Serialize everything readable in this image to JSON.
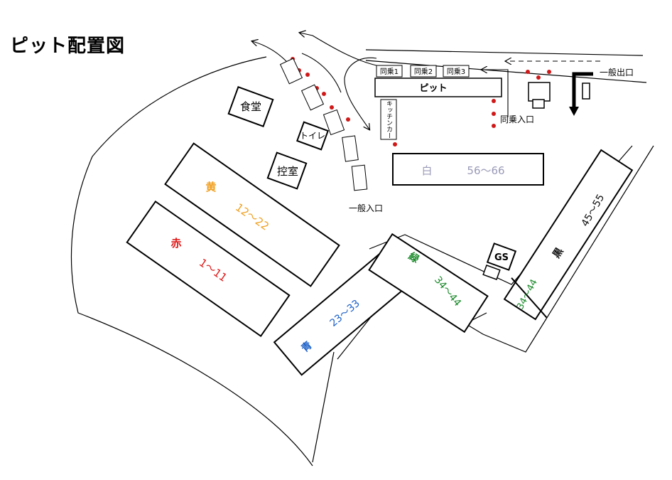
{
  "title": "ピット配置図",
  "colors": {
    "yellow": "#f0a020",
    "red": "#e01a1a",
    "blue": "#1a5fc8",
    "green": "#1a8a2a",
    "black": "#111111",
    "white_label": "#9a9ab8",
    "dot": "#d01818"
  },
  "buildings": {
    "shokudo": "食堂",
    "toilet": "トイレ",
    "hikaeshitsu": "控室",
    "kitchen_car": "キッチンカー",
    "gs": "GS"
  },
  "pit": {
    "label": "ピット",
    "doujou1": "同乗1",
    "doujou2": "同乗2",
    "doujou3": "同乗3"
  },
  "entrances": {
    "general_entrance": "一般入口",
    "general_exit": "一般出口",
    "doujou_entrance": "同乗入口"
  },
  "zones": {
    "yellow": {
      "name": "黄",
      "range": "12～22"
    },
    "red": {
      "name": "赤",
      "range": "1～11"
    },
    "blue": {
      "name": "青",
      "range": "23～33"
    },
    "green": {
      "name": "緑",
      "range": "34～44",
      "range2": "34～44"
    },
    "black": {
      "name": "黒",
      "range": "45～55"
    },
    "white": {
      "name": "白",
      "range": "56～66"
    }
  }
}
